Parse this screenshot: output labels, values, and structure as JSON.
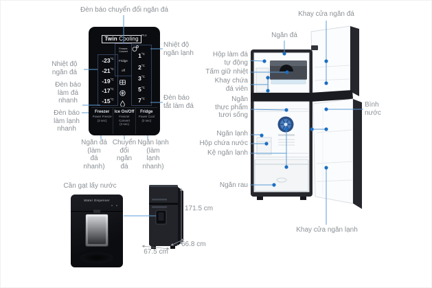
{
  "colors": {
    "line": "#5b9bd5",
    "dot": "#1b6ec2",
    "label": "#8b9095",
    "panel_bg": "#0b0c10"
  },
  "panel": {
    "logo": {
      "name_bold": "Twin",
      "name_rest": "Cooling",
      "suffix": "Plus"
    },
    "temp_unit": "°C",
    "freezer_temps": [
      "-23",
      "-21",
      "-19",
      "-17",
      "-15"
    ],
    "fridge_temps": [
      "1",
      "2",
      "3",
      "5",
      "7"
    ],
    "modes": [
      "Freezer\nConvert",
      "Fridge",
      "off"
    ],
    "buttons": [
      {
        "title": "Freezer",
        "subtitle": "Power Freeze",
        "hold": "(3 sec)"
      },
      {
        "title": "Ice On/Off",
        "subtitle": "Freezer Convert",
        "hold": "(3 sec)"
      },
      {
        "title": "Fridge",
        "subtitle": "Power Cool",
        "hold": "(3 sec)"
      }
    ]
  },
  "callouts": {
    "indicator_convert": "Đèn báo chuyển đổi ngăn đá",
    "freezer_temp": "Nhiệt độ\nngăn đá",
    "fast_freeze": "Đèn báo\nlàm đá\nnhanh",
    "fast_cool": "Đèn báo\nlàm lạnh\nnhanh",
    "fridge_temp": "Nhiệt độ\nngăn lạnh",
    "ice_off": "Đèn báo\ntắt làm đá",
    "freezer_btn": "Ngăn đá\n(làm\nđá\nnhanh)",
    "convert_btn": "Chuyển\nđổi\nngăn\nđá",
    "fridge_btn": "Ngăn lạnh\n(làm\nlạnh\nnhanh)",
    "dispenser_lever": "Cần gạt lấy nước",
    "freezer_door_tray": "Khay cửa ngăn đá",
    "freezer_compartment": "Ngăn đá",
    "auto_ice_maker": "Hộp làm đá\ntự động",
    "heat_plate": "Tấm giữ nhiệt",
    "ice_tray": "Khay chứa\nđá viên",
    "fresh_food": "Ngăn\nthực phẩm\ntươi sống",
    "water_bottle": "Bình\nnước",
    "fridge_compartment": "Ngăn lạnh",
    "water_box": "Hộp chứa nước",
    "fridge_shelf": "Kệ ngăn lạnh",
    "veg_drawer": "Ngăn rau",
    "fridge_door_tray": "Khay cửa ngăn lạnh"
  },
  "dispenser": {
    "brand": "Water Dispenser"
  },
  "dimensions": {
    "height": "171.5 cm",
    "depth": "66.8 cm",
    "width": "67.5 cm"
  }
}
